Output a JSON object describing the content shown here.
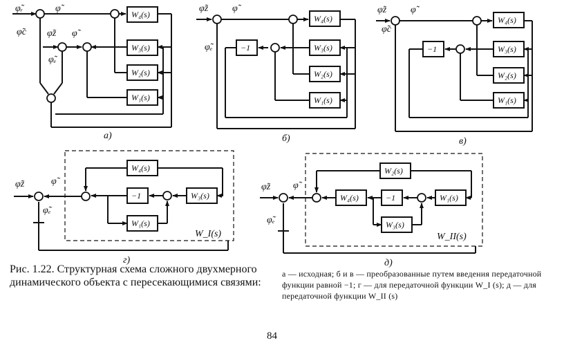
{
  "blocks": {
    "w1": "W₁(s)",
    "w2": "W₂(s)",
    "w3": "W₃(s)",
    "w4": "W₄(s)",
    "minus_one": "−1"
  },
  "signals": {
    "phi": "φ̃",
    "phi_r": "φ̃ᵣ",
    "phi_e": "φ̃ₑ",
    "phi_c": "φ̃c",
    "phi_z": "φ̃z"
  },
  "subsystems": {
    "w_I": "W_I(s)",
    "w_II": "W_II(s)"
  },
  "panels": {
    "a": "а)",
    "b": "б)",
    "v": "в)",
    "g": "г)",
    "d": "д)"
  },
  "caption": {
    "main": "Рис. 1.22. Структурная схема сложного двухмерного динамического объекта с пересекающимися связями:",
    "legend": "а — исходная; б и в — преобразованные путем введения передаточной функции равной −1; г — для передаточной функции W_I (s); д — для передаточной функции W_II (s)"
  },
  "page_number": "84"
}
